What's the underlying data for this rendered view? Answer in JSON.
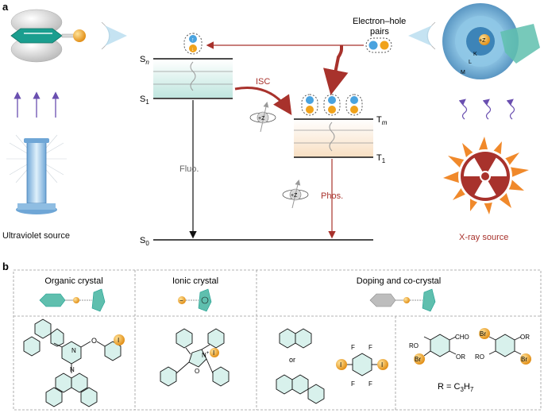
{
  "panel_a": {
    "label": "a",
    "levels": {
      "sn": "S",
      "sn_sub": "n",
      "s1": "S",
      "s1_sub": "1",
      "tm": "T",
      "tm_sub": "m",
      "t1": "T",
      "t1_sub": "1",
      "s0": "S",
      "s0_sub": "0"
    },
    "isc": "ISC",
    "fluo": "Fluo.",
    "phos": "Phos.",
    "electron_hole_line1": "Electron–hole",
    "electron_hole_line2": "pairs",
    "uv_source": "Ultraviolet source",
    "xray_source": "X-ray source",
    "heavy_atom": "+Z",
    "shells": {
      "k": "K",
      "l": "L",
      "m": "M"
    },
    "colors": {
      "accent_red": "#a8322c",
      "teal": "#1b9e8f",
      "orange": "#f0a21b",
      "blue": "#4aa3df",
      "purple": "#6a4fb0"
    }
  },
  "panel_b": {
    "label": "b",
    "headers": {
      "organic": "Organic crystal",
      "ionic": "Ionic crystal",
      "doping": "Doping and co-crystal"
    },
    "or_text": "or",
    "halogen": "I",
    "cation": "N",
    "cation_charge": "+",
    "anion": "I",
    "anion_charge": "−",
    "oxygen": "O",
    "n_atom": "N",
    "fluorine": "F",
    "ro": "RO",
    "or_sub": "OR",
    "br": "Br",
    "cho": "CHO",
    "r_formula": "R = C",
    "r_sub3": "3",
    "r_h": "H",
    "r_sub7": "7"
  }
}
